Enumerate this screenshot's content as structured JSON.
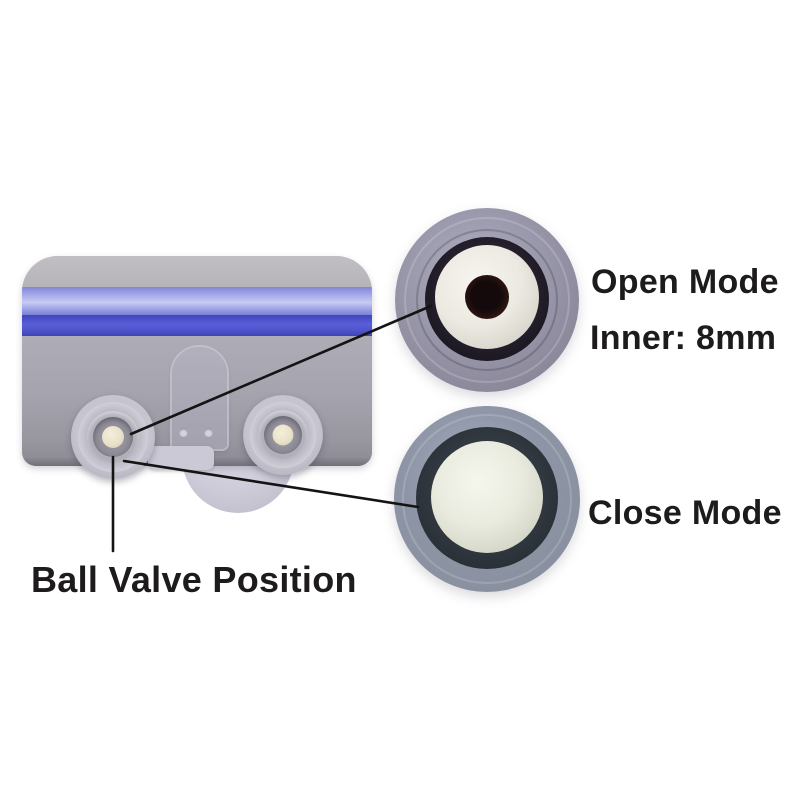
{
  "labels": {
    "open_mode_title": "Open Mode",
    "open_mode_subtitle": "Inner: 8mm",
    "close_mode_title": "Close Mode",
    "pointer_label": "Ball Valve Position"
  },
  "colors": {
    "background": "#ffffff",
    "text": "#1d1b1c",
    "callout_line": "#141414",
    "lid_gray": "#b5b3b7",
    "body_gray": "#a7a5af",
    "stripe_light_blue": "#9298e2",
    "stripe_blue": "#4e53cb",
    "cap_open_lavender": "#9997aa",
    "cap_close_blue_gray": "#8e95a6",
    "cavity_dark": "#241f2b",
    "ball_white": "#ebe9e1",
    "valve_plug_cream": "#e9e2ca"
  }
}
